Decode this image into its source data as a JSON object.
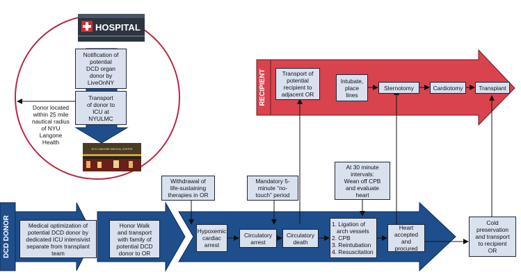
{
  "colors": {
    "donor_arrow": "#1f4e8c",
    "donor_arrow_edge": "#0d2a55",
    "recipient_arrow": "#d9434e",
    "recipient_arrow_edge": "#6b1b22",
    "box_fill": "#d9e1ef",
    "circle_stroke": "#b8253f",
    "line": "#111111"
  },
  "labels": {
    "recipient": "RECIPIENT",
    "dcd_donor": "DCD DONOR"
  },
  "photos": {
    "hospital_sign": "HOSPITAL",
    "hospital_sign_icon": "red-cross-icon",
    "medical_center_sign": "NYU LANGONE MEDICAL CENTER"
  },
  "circle_boxes": {
    "notification": [
      "Notification of",
      "potential",
      "DCD organ",
      "donor by",
      "LiveOnNY"
    ],
    "transport_icu": [
      "Transport",
      "of donor to",
      "ICU at",
      "NYULMC"
    ]
  },
  "donor_location": [
    "Donor located",
    "within 25 mile",
    "nautical radius",
    "of NYU",
    "Langone",
    "Health"
  ],
  "annotations": {
    "withdrawal": [
      "Withdrawal of",
      "life-sustaining",
      "therapies in OR"
    ],
    "no_touch": [
      "Mandatory 5-",
      "minute “no-",
      "touch” period"
    ],
    "thirty_min": [
      "At 30 minute",
      "intervals:",
      "Wean off CPB",
      "and evaluate",
      "heart"
    ]
  },
  "donor_steps": {
    "medical_optimization": [
      "Medical optimization of",
      "potential DCD donor by",
      "dedicated ICU intensivist",
      "separate from transplant",
      "team"
    ],
    "honor_walk": [
      "Honor Walk",
      "and transport",
      "with family of",
      "potential DCD",
      "donor to OR"
    ],
    "hypoxemic": [
      "Hypoxemic",
      "cardiac",
      "arrest"
    ],
    "circulatory_arrest": [
      "Circulatory",
      "arrest"
    ],
    "circulatory_death": [
      "Circulatory",
      "death"
    ],
    "procedures": [
      "1. Ligation of",
      "arch vessels",
      "2. CPB",
      "3. Reintubation",
      "4. Resuscitation"
    ],
    "heart_procured": [
      "Heart",
      "accepted and",
      "procured"
    ],
    "cold_preservation": [
      "Cold",
      "preservation",
      "and transport",
      "to recipient",
      "OR"
    ]
  },
  "recipient_steps": {
    "transport_recipient": [
      "Transport of",
      "potential",
      "recipient to",
      "adjacent OR"
    ],
    "intubate": [
      "Intubate,",
      "place",
      "lines"
    ],
    "sternotomy": [
      "Sternotomy"
    ],
    "cardiotomy": [
      "Cardiotomy"
    ],
    "transplant": [
      "Transplant"
    ]
  }
}
